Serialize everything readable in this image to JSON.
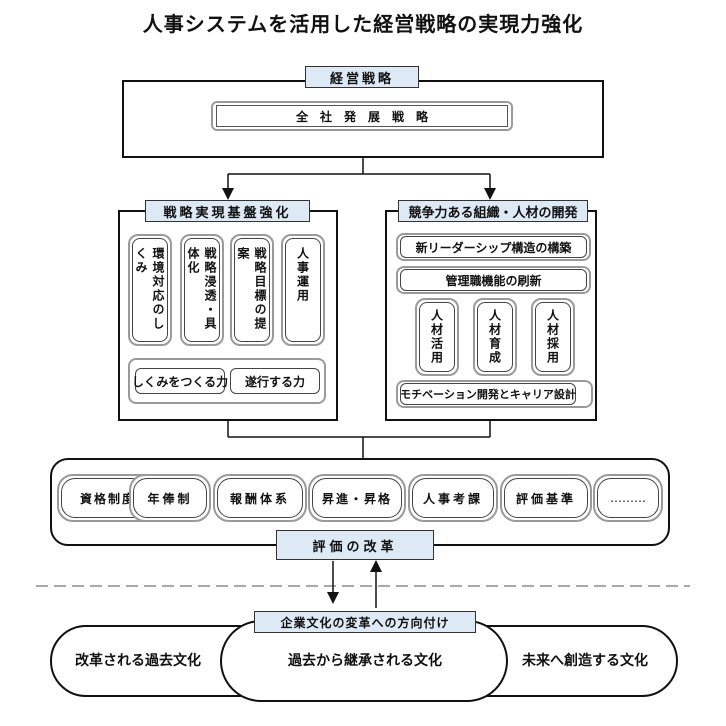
{
  "title": "人事システムを活用した経営戦略の実現力強化",
  "strategy": {
    "label": "経営戦略",
    "inner": "全　社　発　展　戦　略"
  },
  "left_panel": {
    "label": "戦略実現基盤強化",
    "columns": [
      "環境対応のしくみ",
      "戦略浸透・具体化",
      "戦略目標の提案",
      "人事運用"
    ],
    "bottom": [
      "しくみをつくる力",
      "遂行する力"
    ]
  },
  "right_panel": {
    "label": "競争力ある組織・人材の開発",
    "rows": [
      "新リーダーシップ構造の構築",
      "管理職機能の刷新"
    ],
    "columns": [
      "人材活用",
      "人材育成",
      "人材採用"
    ],
    "bottom": "モチベーション開発とキャリア設計"
  },
  "hr_system": {
    "items": [
      "資格制度",
      "年俸制",
      "報酬体系",
      "昇進・昇格",
      "人事考課",
      "評価基準",
      "………"
    ],
    "label": "評価の改革"
  },
  "culture": {
    "label": "企業文化の変革への方向付け",
    "left": "改革される過去文化",
    "center": "過去から継承される文化",
    "right": "未来へ創造する文化"
  }
}
